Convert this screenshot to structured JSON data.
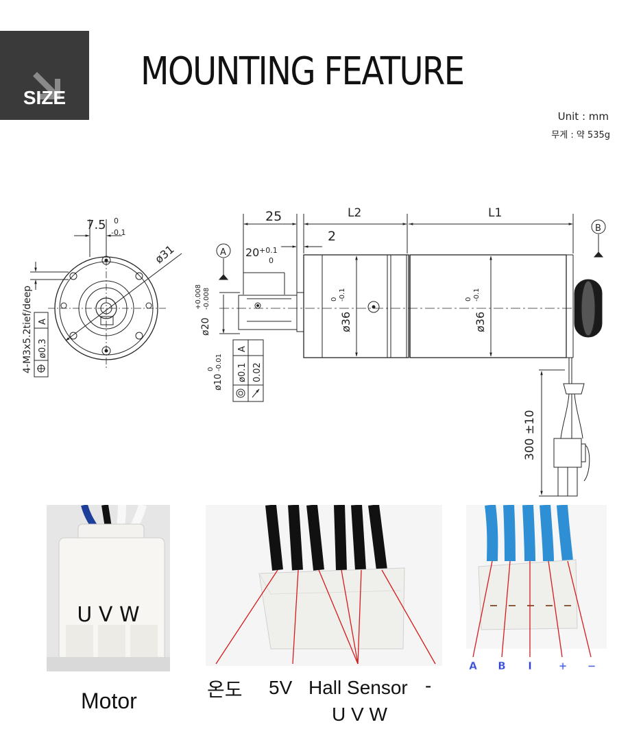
{
  "header": {
    "badge_label": "SIZE",
    "badge_icon": "diagonal-arrow-icon",
    "title": "MOUNTING FEATURE",
    "unit": "Unit : mm",
    "weight": "무게 : 약 535g"
  },
  "drawing": {
    "dim_25": "25",
    "dim_L2": "L2",
    "dim_L1": "L1",
    "dim_2": "2",
    "dim_20_shaft": "20",
    "dim_20_shaft_tol_upper": "+0.1",
    "dim_20_shaft_tol_lower": "0",
    "datum_A": "A",
    "datum_B": "B",
    "dia_20": "ø20",
    "dia_20_tol_upper": "+0.008",
    "dia_20_tol_lower": "-0.008",
    "dia_10": "ø10",
    "dia_10_tol_upper": "0",
    "dia_10_tol_lower": "-0.01",
    "dia_36_a": "ø36",
    "dia_36_b": "ø36",
    "dia_36_tol_upper": "0",
    "dia_36_tol_lower": "-0.1",
    "gdt_conc_val": "ø0.1",
    "gdt_conc_datum": "A",
    "gdt_runout_val": "0.02",
    "gdt_pos_val": "ø0.3",
    "gdt_pos_datum": "A",
    "front_dim_75": "7.5",
    "front_dim_75_tol_upper": "0",
    "front_dim_75_tol_lower": "-0.1",
    "front_dia_31": "ø31",
    "front_holes": "4-M3x5.2tief/deep",
    "cable_len": "300 ±10"
  },
  "connectors": {
    "motor": {
      "pins": "U  V  W",
      "caption": "Motor"
    },
    "hall": {
      "labels": [
        "온도",
        "5V",
        "Hall Sensor",
        "-"
      ],
      "sub": "U V W"
    },
    "encoder": {
      "labels": [
        "A",
        "B",
        "I",
        "+",
        "−"
      ]
    }
  },
  "colors": {
    "badge_bg": "#3a3a3a",
    "wire_blue": "#2f8fd4",
    "wire_black": "#111111",
    "wire_white": "#f4f4f4",
    "pointer_red": "#d41a1a",
    "encoder_label": "#2a3dcc"
  }
}
